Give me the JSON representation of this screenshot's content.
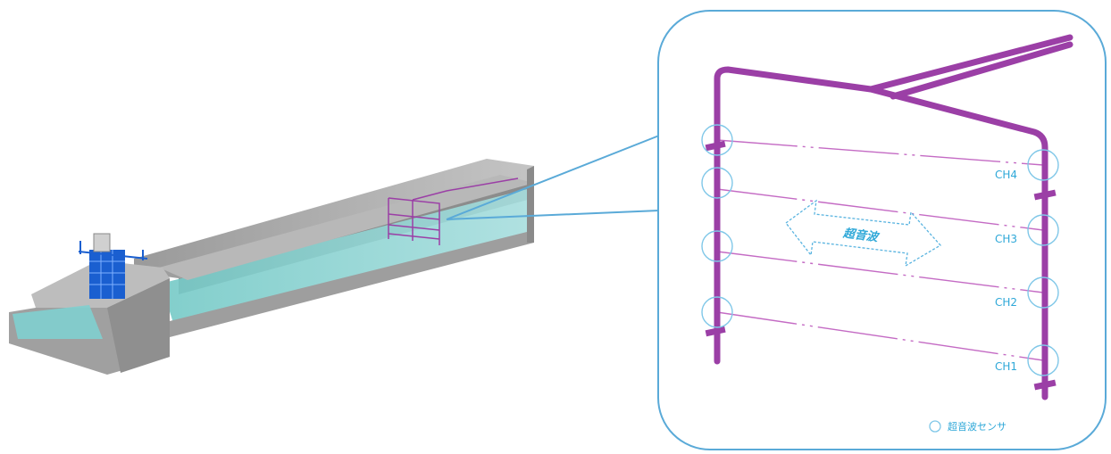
{
  "diagram": {
    "wave_label": "超音波",
    "channels": [
      "CH4",
      "CH3",
      "CH2",
      "CH1"
    ],
    "legend": {
      "symbol": "○",
      "label": "超音波センサ"
    },
    "colors": {
      "callout_border": "#5aaad8",
      "pipe": "#9b3fa6",
      "sensor_circle": "#7fc7e8",
      "water": "#7fcfcf",
      "concrete": "#a9a9a9",
      "gate": "#1a5fd0"
    }
  }
}
